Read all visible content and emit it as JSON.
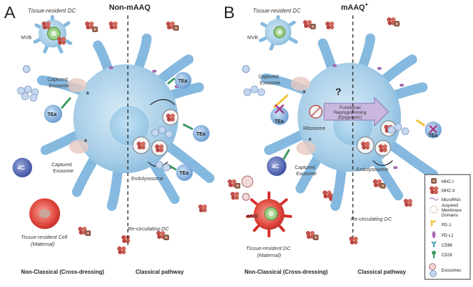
{
  "panel_a": {
    "letter": "A",
    "title": "Non-mAAQ",
    "tissue_dc_label": "Tissue-resident DC",
    "mvb_label": "MVB",
    "captured_exosome_label": "Captured\nExosome",
    "captured_exosome_label2": "Captured\nExosome",
    "tea_label": "TEa",
    "cell_4c_label": "4C",
    "endolysosome_label": "Endolysosome",
    "recirculating_label": "Re-circulating DC",
    "maternal_cell_label": "Tissue-resident Cell\n(Maternal)",
    "bottom_left": "Non-Classical (Cross-dressing)",
    "bottom_right": "Classical pathway",
    "asterisk": "*"
  },
  "panel_b": {
    "letter": "B",
    "title_main": "mAAQ",
    "title_sup": "+",
    "tissue_dc_label": "Tissue-resident DC",
    "mvb_label": "MVB",
    "captured_exosome_label": "Captured\nExosome",
    "captured_exosome_label2": "Captured\nExosome",
    "tea_label": "TEa",
    "cell_4c_label": "4C",
    "ribosome_label": "Ribosome",
    "question": "?",
    "functional_label": "Functional\nReprogramming\n(Epigenetic)",
    "endolysosome_label": "Endolysosome",
    "recirculating_label": "Re-circulating DC",
    "maternal_dc_label": "Tissue-resident DC\n(Maternal)",
    "mvb2_label": "MVB",
    "bottom_left": "Non-Classical (Cross-dressing)",
    "bottom_right": "Classical pathway",
    "asterisk": "*"
  },
  "legend": {
    "items": [
      {
        "label": "MHC-I",
        "icon": "mhc1-icon"
      },
      {
        "label": "MHC-II",
        "icon": "mhc2-icon"
      },
      {
        "label": "MicroRNA",
        "icon": "microrna-icon"
      },
      {
        "label": "Acquired\nMembrane\nDomains",
        "icon": "membrane-domain-icon"
      },
      {
        "label": "PD-1",
        "icon": "pd1-icon"
      },
      {
        "label": "PD-L1",
        "icon": "pdl1-icon"
      },
      {
        "label": "CD86",
        "icon": "cd86-icon"
      },
      {
        "label": "CD28",
        "icon": "cd28-icon"
      },
      {
        "label": "Exosomes",
        "icon": "exosome-icon"
      }
    ]
  },
  "colors": {
    "dc_blue": "#a9cfe8",
    "dc_stroke": "#6fa7cf",
    "tea_blue": "#7fb1dd",
    "cell_4c": "#5a6fb6",
    "maternal_red": "#e0463c",
    "pd1_yellow": "#f2c23a",
    "pdl1_purple": "#a66bb0",
    "cd86_teal": "#3aa0b8",
    "cd28_green": "#3c9a5f",
    "mhc_red": "#c0504d",
    "reprog_purple": "#c9b7df"
  }
}
